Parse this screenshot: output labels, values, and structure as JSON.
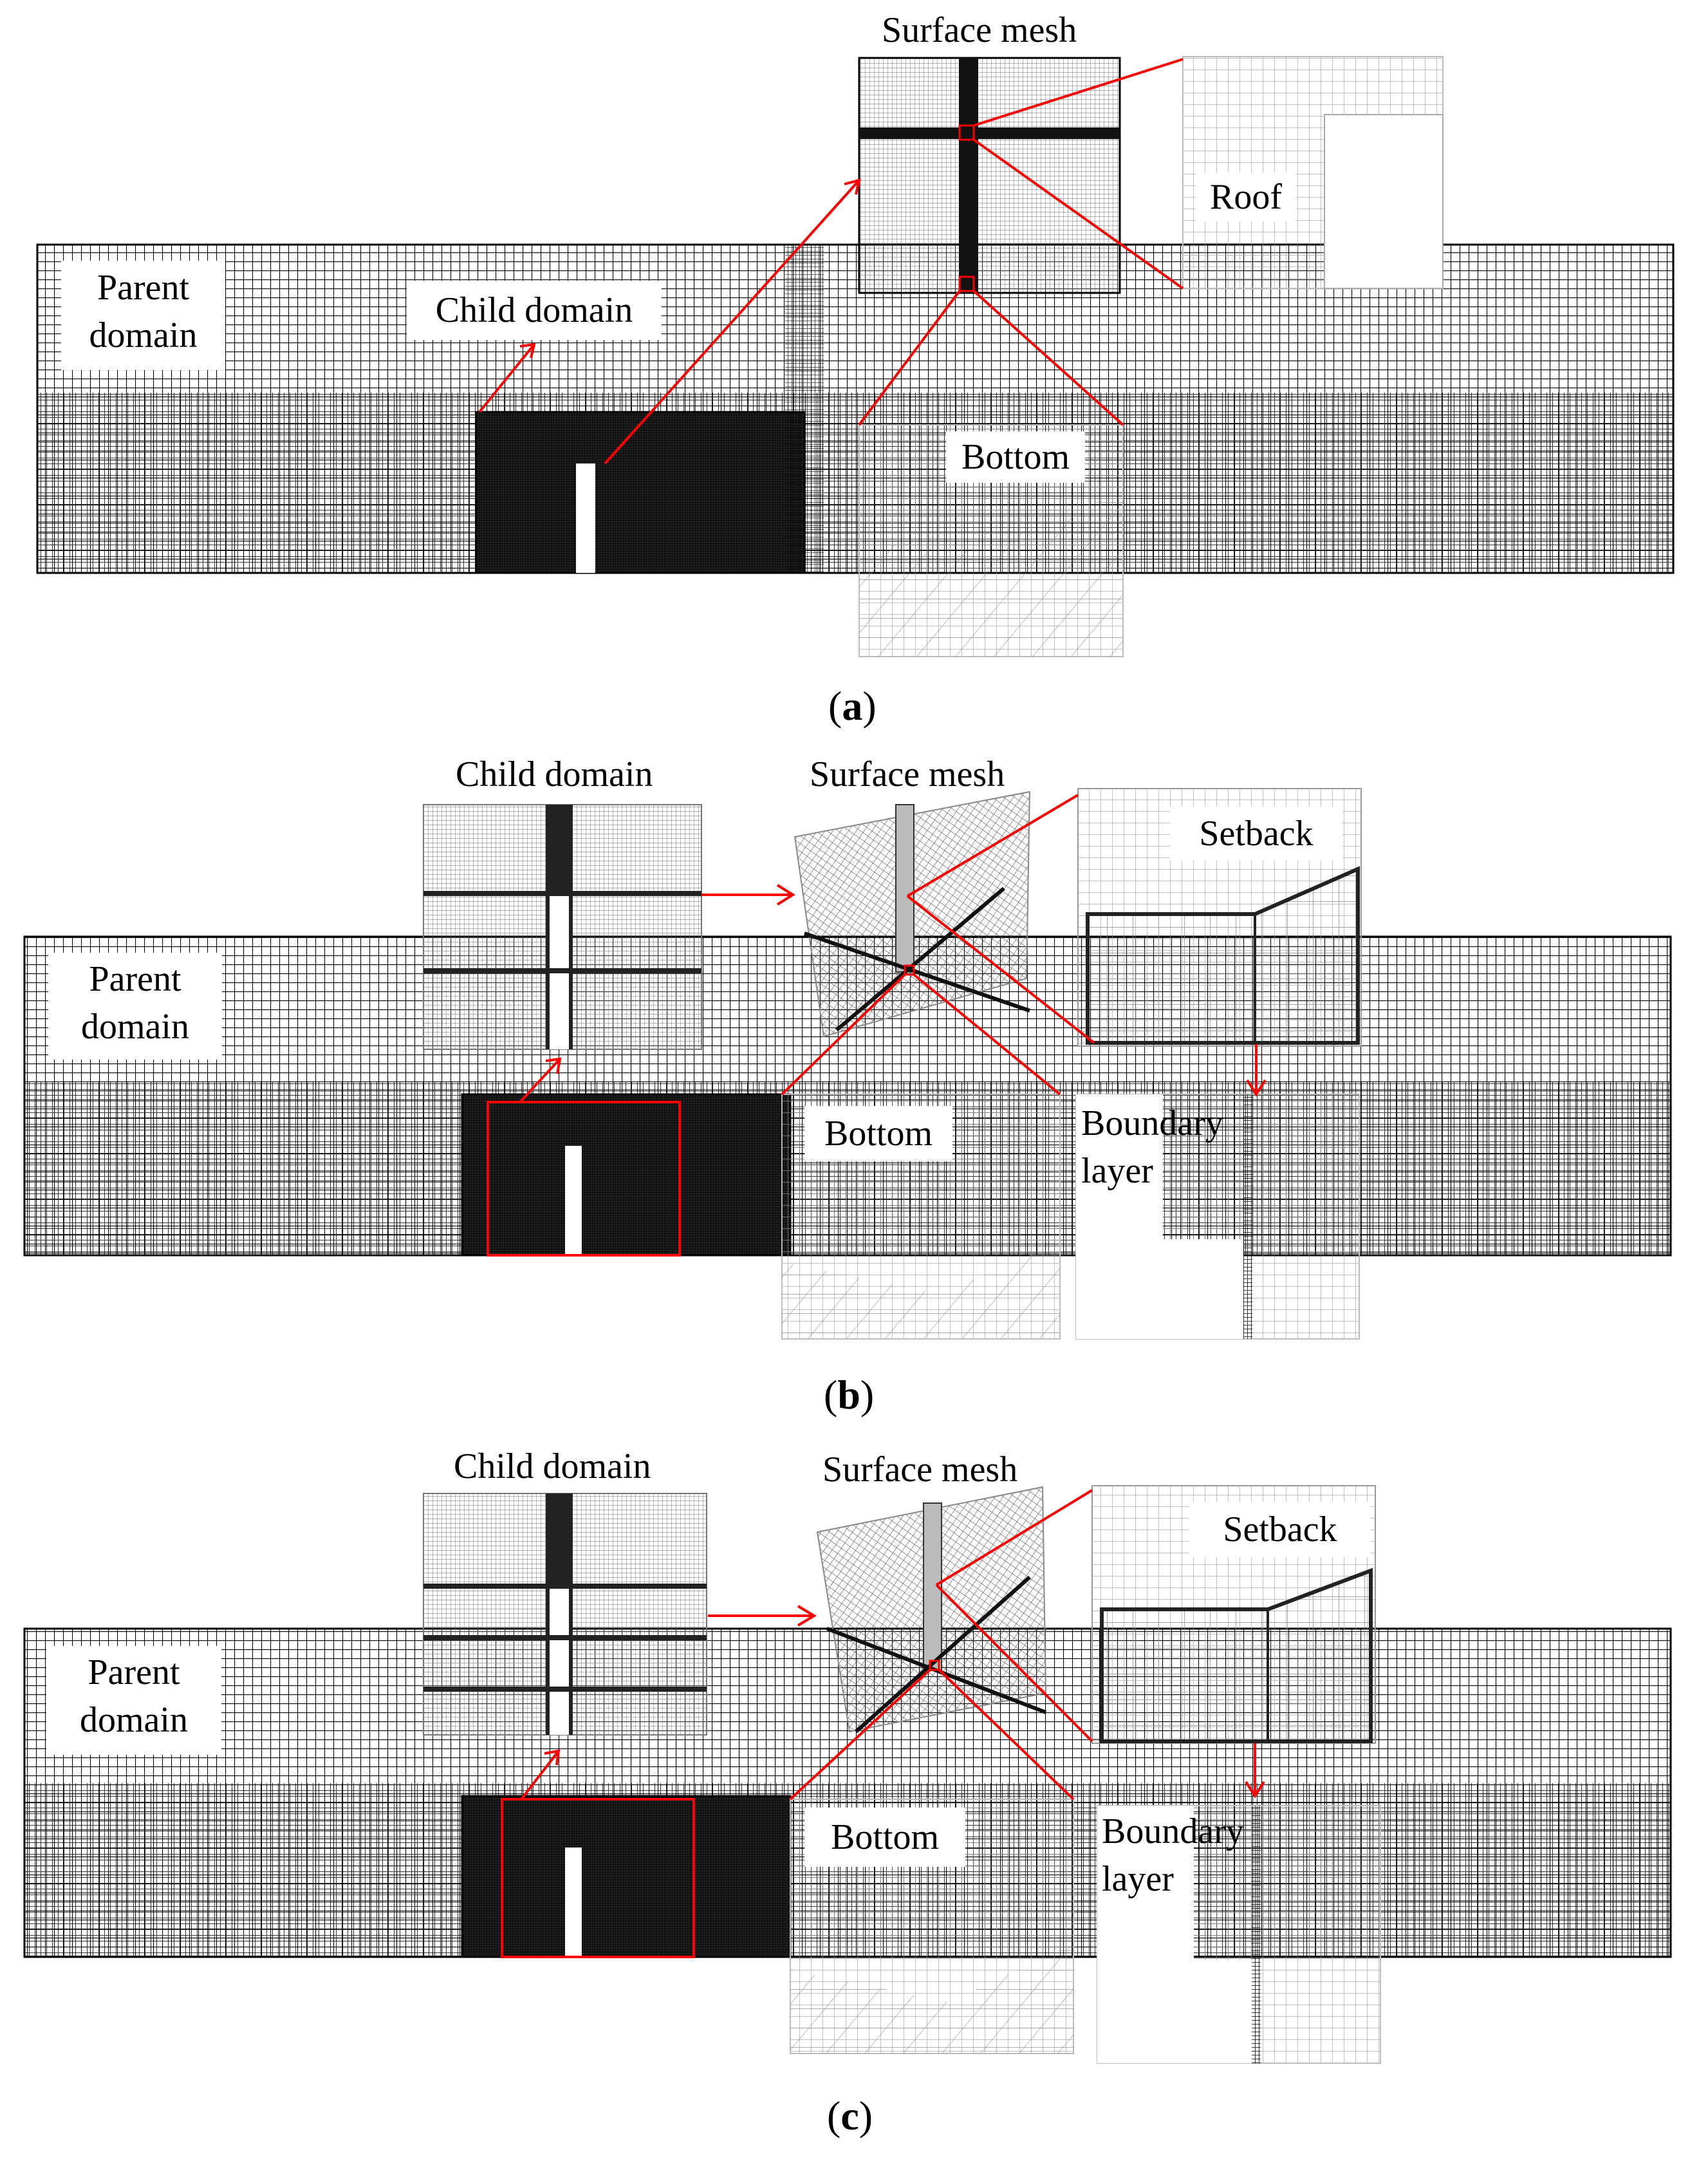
{
  "panels": [
    {
      "id": "a",
      "caption_letter": "a",
      "labels": {
        "parent": [
          "Parent",
          "domain"
        ],
        "child": "Child domain",
        "surface_mesh": "Surface mesh",
        "roof": "Roof",
        "bottom": "Bottom"
      }
    },
    {
      "id": "b",
      "caption_letter": "b",
      "labels": {
        "child_title": "Child domain",
        "surface_mesh": "Surface mesh",
        "setback": "Setback",
        "parent": [
          "Parent",
          "domain"
        ],
        "bottom": "Bottom",
        "boundary": [
          "Boundary",
          "layer"
        ]
      }
    },
    {
      "id": "c",
      "caption_letter": "c",
      "labels": {
        "child_title": "Child domain",
        "surface_mesh": "Surface mesh",
        "setback": "Setback",
        "parent": [
          "Parent",
          "domain"
        ],
        "bottom": "Bottom",
        "boundary": [
          "Boundary",
          "layer"
        ]
      }
    }
  ],
  "colors": {
    "mesh": "#000000",
    "highlight": "#ff0000",
    "background": "#ffffff"
  }
}
